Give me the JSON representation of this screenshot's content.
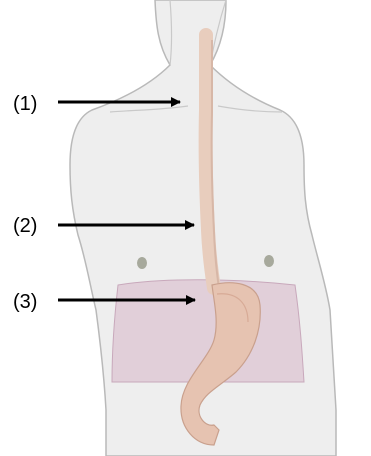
{
  "labels": [
    {
      "id": "1",
      "text": "(1)"
    },
    {
      "id": "2",
      "text": "(2)"
    },
    {
      "id": "3",
      "text": "(3)"
    }
  ],
  "colors": {
    "background": "#ffffff",
    "skin": "#eeeeee",
    "body_outline": "#b9b9b9",
    "esophagus": "#e8cdbd",
    "stomach": "#e6c3b1",
    "abdomen_tint": "#d7b7c9",
    "nipple": "#a7a99c",
    "arrow": "#000000"
  }
}
